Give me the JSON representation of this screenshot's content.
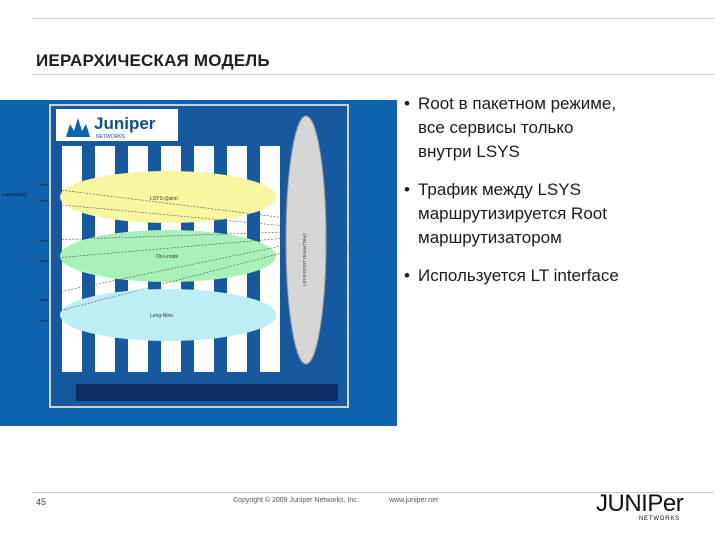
{
  "slide": {
    "title": "ИЕРАРХИЧЕСКАЯ МОДЕЛЬ",
    "bullets": [
      {
        "lines": [
          "Root в пакетном режиме,",
          "все сервисы только",
          "внутри LSYS"
        ]
      },
      {
        "lines": [
          "Трафик между LSYS",
          "маршрутизируется Root",
          "маршрутизатором"
        ]
      },
      {
        "lines": [
          "Используется LT interface"
        ]
      }
    ]
  },
  "diagram": {
    "logo_text": "Juniper",
    "logo_sub": "NETWORKS",
    "lsys_labels": [
      "LSYS-Quinn",
      "Оп-Lnode",
      "Leng-Nine"
    ],
    "root_label": "LSYS-ROOT Router(Tmo)",
    "left_label": "Internet(OB)",
    "colors": {
      "background": "#0d63ad",
      "ellipse1": "#f6f7a0",
      "ellipse2": "#a8f2ba",
      "ellipse3": "#bdeef7",
      "root_ellipse": "#d6d6d6",
      "base_bar": "#0c2e63"
    }
  },
  "footer": {
    "page_number": "45",
    "copyright": "Copyright © 2009 Juniper Networks, Inc.",
    "url": "www.juniper.net",
    "logo_word": "JUNIPer",
    "logo_sub": "NETWORKS"
  }
}
